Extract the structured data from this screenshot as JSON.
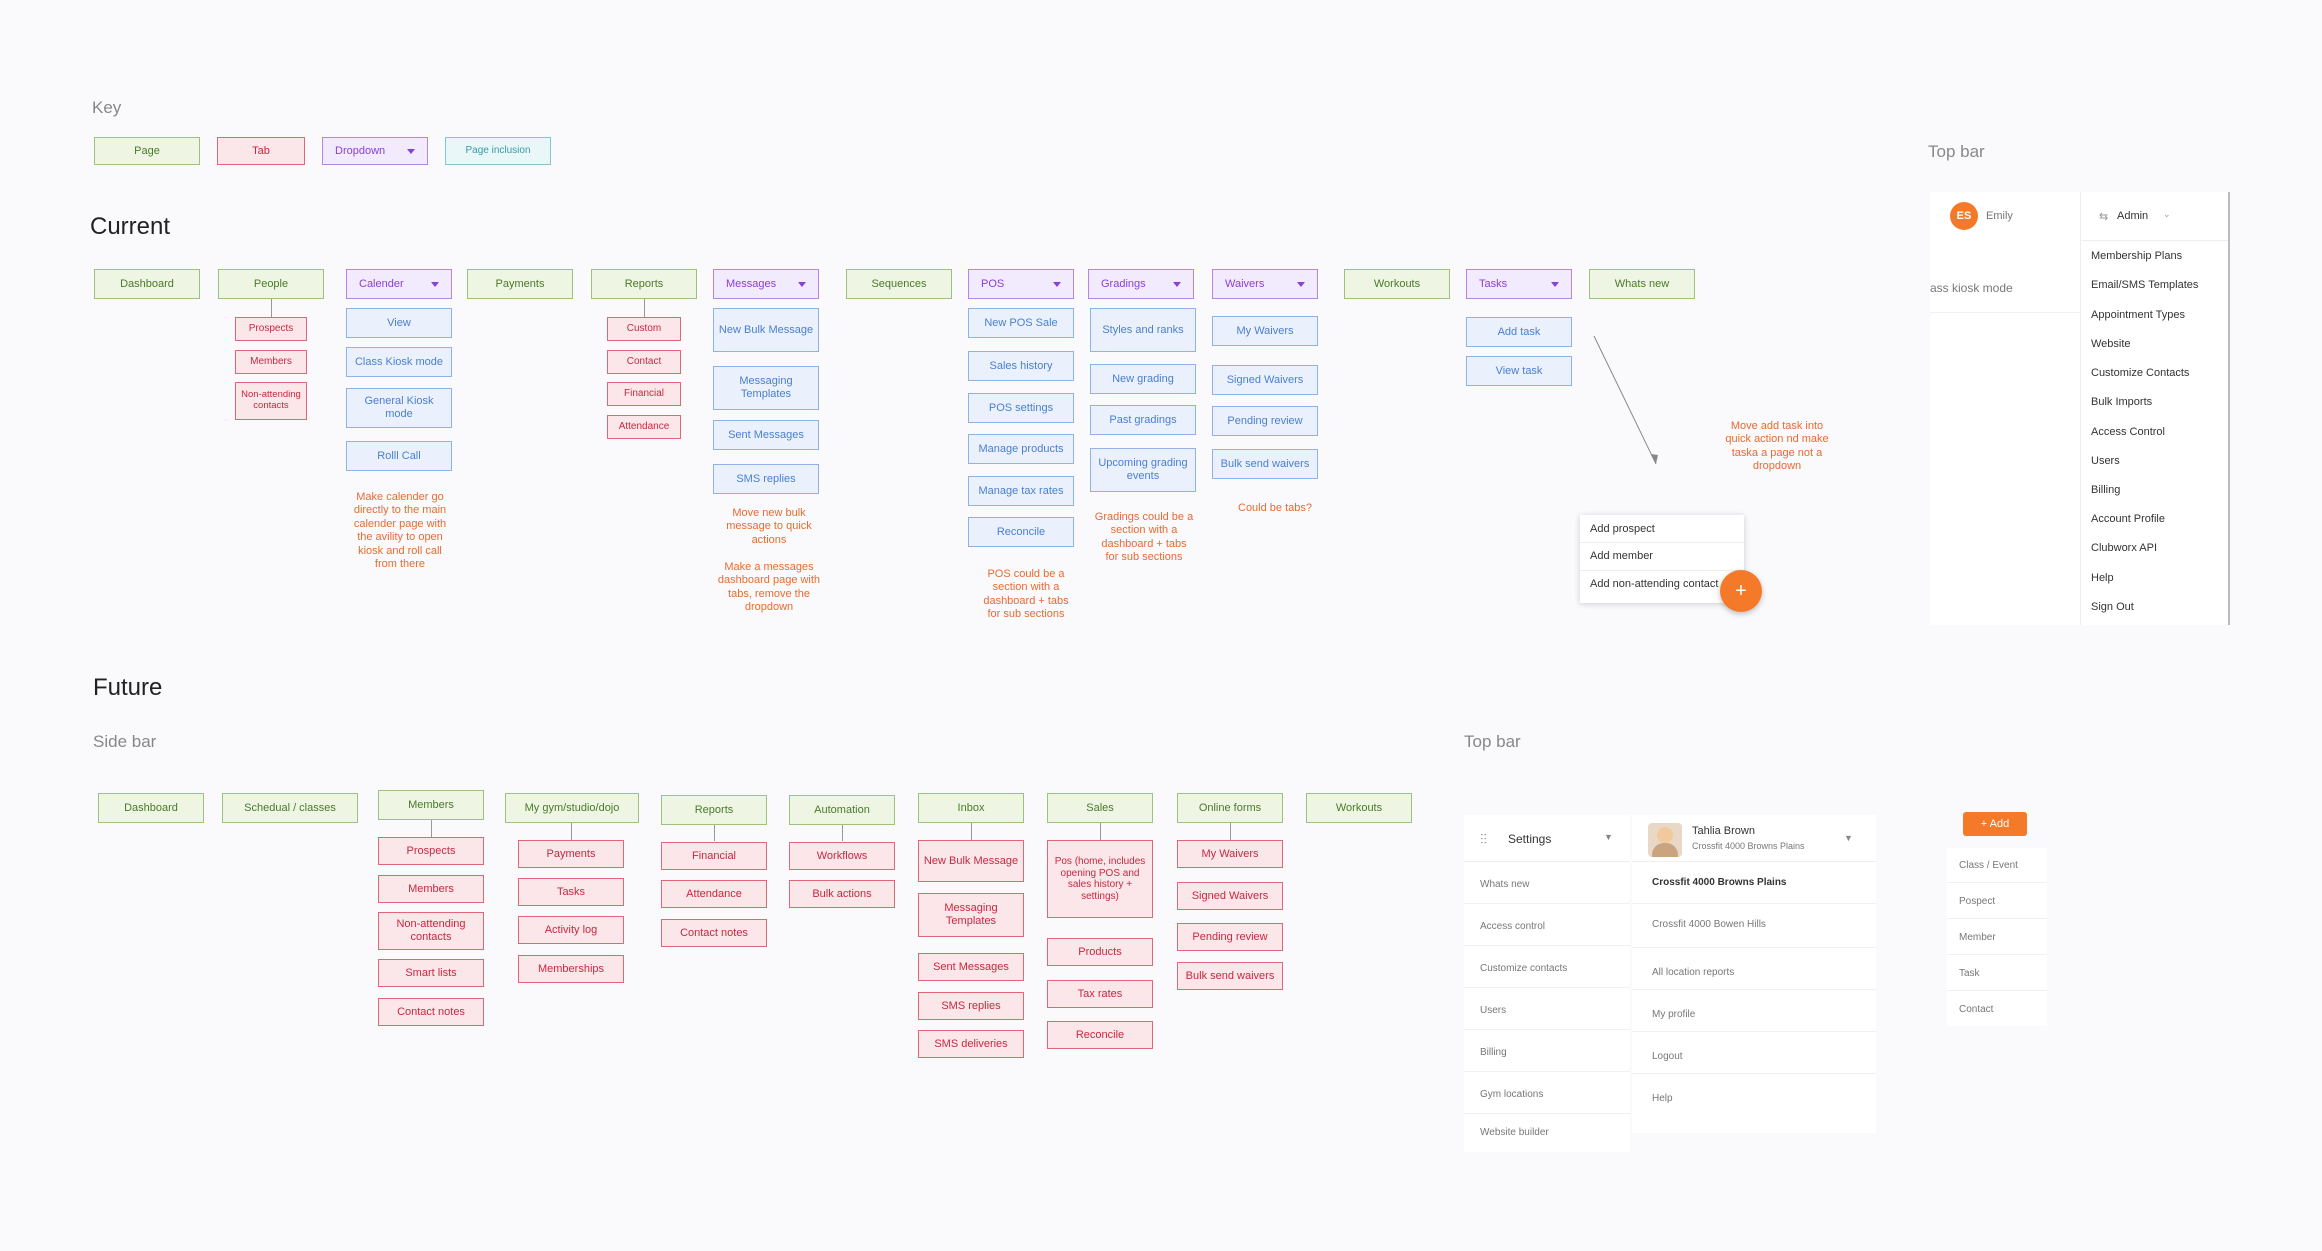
{
  "key": {
    "title": "Key",
    "page": "Page",
    "tab": "Tab",
    "dropdown": "Dropdown",
    "page_inclusion": "Page inclusion"
  },
  "current": {
    "title": "Current",
    "nav": [
      "Dashboard",
      "People",
      "Calender",
      "Payments",
      "Reports",
      "Messages",
      "Sequences",
      "POS",
      "Gradings",
      "Waivers",
      "Workouts",
      "Tasks",
      "Whats new"
    ],
    "people_tabs": [
      "Prospects",
      "Members",
      "Non-attending contacts"
    ],
    "calender_items": [
      "View",
      "Class Kiosk mode",
      "General Kiosk mode",
      "Rolll Call"
    ],
    "reports_tabs": [
      "Custom",
      "Contact",
      "Financial",
      "Attendance"
    ],
    "messages_items": [
      "New Bulk Message",
      "Messaging Templates",
      "Sent Messages",
      "SMS replies"
    ],
    "pos_items": [
      "New POS Sale",
      "Sales history",
      "POS settings",
      "Manage products",
      "Manage tax rates",
      "Reconcile"
    ],
    "gradings_items": [
      "Styles and ranks",
      "New grading",
      "Past gradings",
      "Upcoming grading events"
    ],
    "waivers_items": [
      "My Waivers",
      "Signed Waivers",
      "Pending review",
      "Bulk send waivers"
    ],
    "tasks_items": [
      "Add task",
      "View task"
    ],
    "notes": {
      "calender": "Make calender go directly to the main calender page with the avility to open kiosk and roll call from there",
      "messages_1": "Move new bulk message to quick actions",
      "messages_2": "Make a messages dashboard page with tabs, remove the dropdown",
      "pos": "POS could be a section with a dashboard + tabs for sub sections",
      "gradings": "Gradings could be a section with a dashboard + tabs for sub sections",
      "waivers": "Could be tabs?",
      "tasks": "Move add task into quick action nd make taska a page not a dropdown"
    },
    "quick_actions": [
      "Add prospect",
      "Add member",
      "Add non-attending contact"
    ],
    "fab_label": "+",
    "topbar": {
      "title": "Top bar",
      "avatar_initials": "ES",
      "user_name": "Emily",
      "admin_label": "Admin",
      "partial_text": "ass kiosk mode",
      "admin_menu": [
        "Membership Plans",
        "Email/SMS Templates",
        "Appointment Types",
        "Website",
        "Customize Contacts",
        "Bulk Imports",
        "Access Control",
        "Users",
        "Billing",
        "Account Profile",
        "Clubworx API",
        "Help",
        "Sign Out"
      ]
    }
  },
  "future": {
    "title": "Future",
    "sidebar_title": "Side bar",
    "nav": [
      "Dashboard",
      "Schedual / classes",
      "Members",
      "My gym/studio/dojo",
      "Reports",
      "Automation",
      "Inbox",
      "Sales",
      "Online forms",
      "Workouts"
    ],
    "members_tabs": [
      "Prospects",
      "Members",
      "Non-attending contacts",
      "Smart lists",
      "Contact notes"
    ],
    "gym_tabs": [
      "Payments",
      "Tasks",
      "Activity log",
      "Memberships"
    ],
    "reports_tabs": [
      "Financial",
      "Attendance",
      "Contact notes"
    ],
    "automation_tabs": [
      "Workflows",
      "Bulk actions"
    ],
    "inbox_tabs": [
      "New Bulk Message",
      "Messaging Templates",
      "Sent Messages",
      "SMS replies",
      "SMS deliveries"
    ],
    "sales_tabs": [
      "Pos (home, includes opening POS and sales history + settings)",
      "Products",
      "Tax rates",
      "Reconcile"
    ],
    "forms_tabs": [
      "My Waivers",
      "Signed Waivers",
      "Pending review",
      "Bulk send waivers"
    ],
    "topbar": {
      "title": "Top bar",
      "settings_label": "Settings",
      "settings_menu": [
        "Whats new",
        "Access control",
        "Customize contacts",
        "Users",
        "Billing",
        "Gym locations",
        "Website builder"
      ],
      "user_name": "Tahlia Brown",
      "user_location": "Crossfit 4000 Browns Plains",
      "location_menu": [
        "Crossfit 4000 Browns Plains",
        "Crossfit 4000 Bowen Hills",
        "All location reports",
        "My profile",
        "Logout",
        "Help"
      ],
      "add_label": "+ Add",
      "add_menu": [
        "Class / Event",
        "Pospect",
        "Member",
        "Task",
        "Contact"
      ]
    }
  }
}
